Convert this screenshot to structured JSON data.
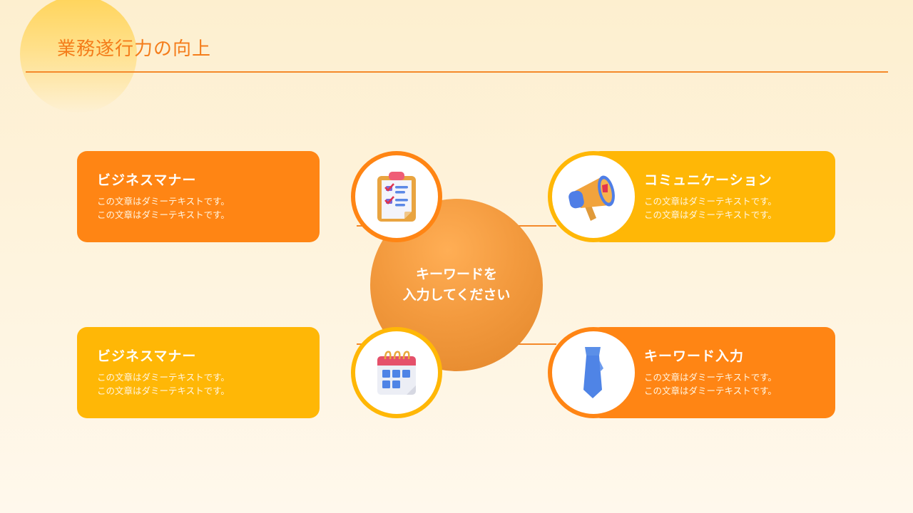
{
  "slide": {
    "title": "業務遂行力の向上",
    "colors": {
      "accent_orange": "#ff8514",
      "accent_yellow": "#ffb706",
      "title_color": "#f47c1a",
      "background": "#fdefcf"
    }
  },
  "hub": {
    "line1": "キーワードを",
    "line2": "入力してください"
  },
  "cards": [
    {
      "heading": "ビジネスマナー",
      "line1": "この文章はダミーテキストです。",
      "line2": "この文章はダミーテキストです。",
      "icon": "clipboard-checklist-icon",
      "color": "orange"
    },
    {
      "heading": "コミュニケーション",
      "line1": "この文章はダミーテキストです。",
      "line2": "この文章はダミーテキストです。",
      "icon": "megaphone-icon",
      "color": "yellow"
    },
    {
      "heading": "ビジネスマナー",
      "line1": "この文章はダミーテキストです。",
      "line2": "この文章はダミーテキストです。",
      "icon": "calendar-icon",
      "color": "yellow"
    },
    {
      "heading": "キーワード入力",
      "line1": "この文章はダミーテキストです。",
      "line2": "この文章はダミーテキストです。",
      "icon": "necktie-icon",
      "color": "orange"
    }
  ]
}
